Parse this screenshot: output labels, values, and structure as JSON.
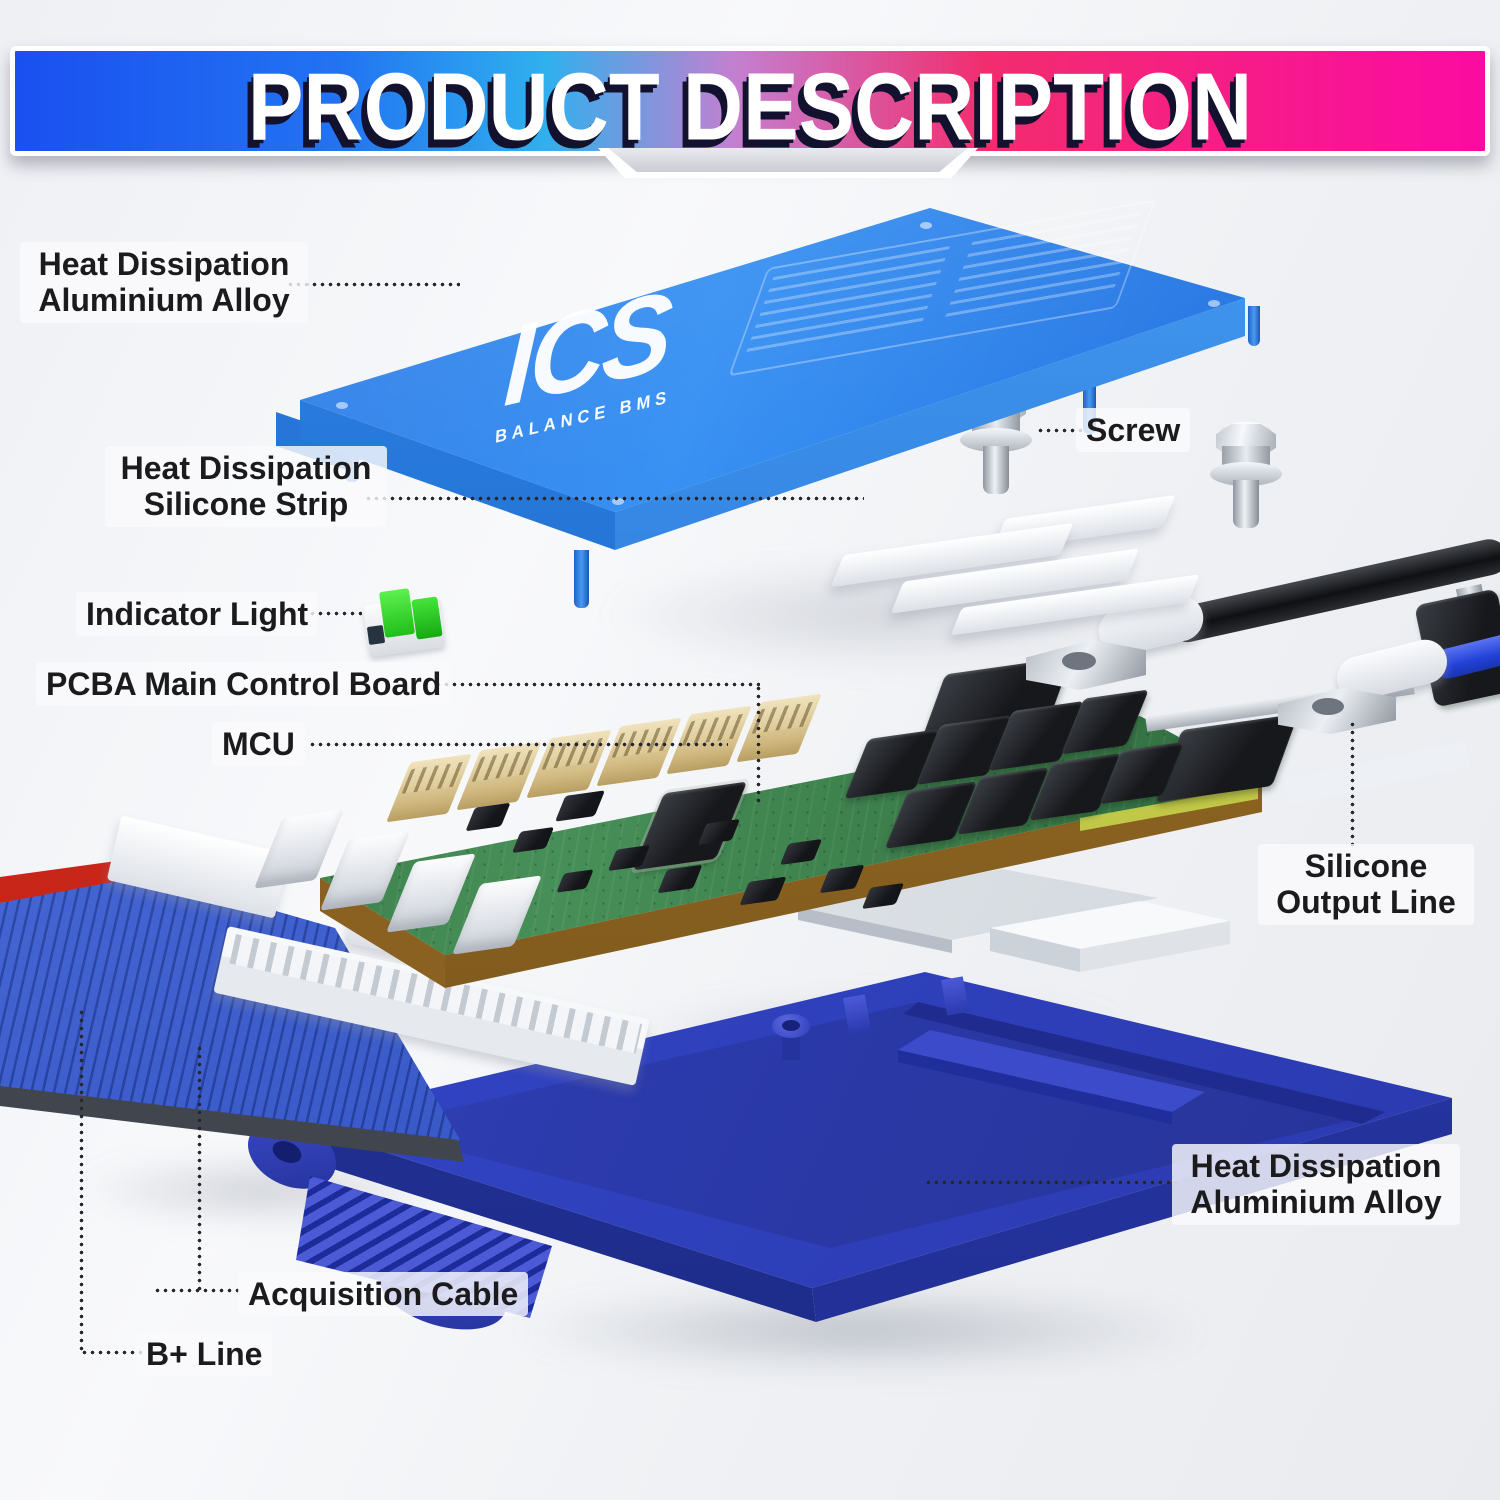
{
  "banner": {
    "title": "PRODUCT DESCRIPTION"
  },
  "logo": {
    "text": "ICS",
    "subtext": "BALANCE BMS"
  },
  "callouts": {
    "heat_top": [
      "Heat Dissipation",
      "Aluminium Alloy"
    ],
    "screw": "Screw",
    "silicone_strip": [
      "Heat Dissipation",
      "Silicone Strip"
    ],
    "indicator": "Indicator Light",
    "pcba": "PCBA Main Control Board",
    "mcu": "MCU",
    "silicone_output": [
      "Silicone",
      "Output Line"
    ],
    "heat_bottom": [
      "Heat Dissipation",
      "Aluminium Alloy"
    ],
    "acquisition": "Acquisition Cable",
    "bplus": "B+ Line"
  },
  "colors": {
    "banner_blue": "#1a50f0",
    "banner_cyan": "#2fb0ee",
    "banner_pink": "#f22d6e",
    "banner_magenta": "#fb0ba2",
    "cover_blue": "#2a7ce8",
    "tray_blue": "#2e3fb8",
    "pcb_green": "#3f7d4a",
    "led_green": "#35e02f",
    "wire_red": "#d92a1c",
    "cable_black": "#17181a",
    "cable_blue": "#2f55e8"
  }
}
